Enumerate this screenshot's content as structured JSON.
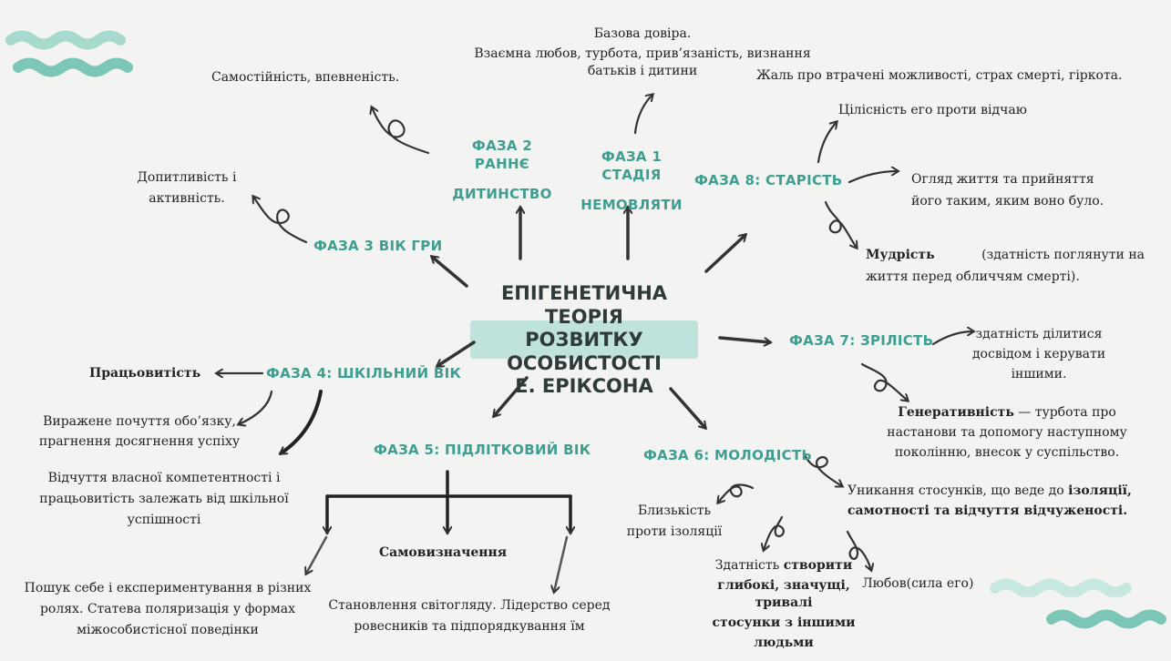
{
  "colors": {
    "accent": "#3f9e8f",
    "wave": "#a8d9cf",
    "arrow": "#333333",
    "background": "#f3f3f1"
  },
  "center": {
    "line1": "ЕПІГЕНЕТИЧНА ТЕОРІЯ",
    "line2": "РОЗВИТКУ ОСОБИСТОСТІ",
    "line3": "Е. ЕРІКСОНА"
  },
  "phases": {
    "p1": {
      "line1": "ФАЗА 1 СТАДІЯ",
      "line2": "НЕМОВЛЯТИ"
    },
    "p2": {
      "line1": "ФАЗА 2  РАННЄ",
      "line2": "ДИТИНСТВО"
    },
    "p3": "ФАЗА 3 ВІК ГРИ",
    "p4": "ФАЗА 4:  ШКІЛЬНИЙ ВІК",
    "p5": "ФАЗА 5: ПІДЛІТКОВИЙ ВІК",
    "p6": "ФАЗА 6: МОЛОДІСТЬ",
    "p7": "ФАЗА 7: ЗРІЛІСТЬ",
    "p8": "ФАЗА 8: СТАРІСТЬ"
  },
  "notes": {
    "p1_l1": "Базова довіра.",
    "p1_l2": "Взаємна любов, турбота, прив’язаність, визнання",
    "p1_l3": "батьків і дитини",
    "p2": "Самостійність, впевненість.",
    "p3_l1": "Допитливість і",
    "p3_l2": "активність.",
    "p8_top": "Жаль про втрачені можливості, страх смерті, гіркота.",
    "p8_integrity": "Цілісність его проти відчаю",
    "p8_review_l1": "Огляд життя та прийняття",
    "p8_review_l2": "його таким, яким воно було.",
    "p8_wisdom_bold": "Мудрість",
    "p8_wisdom_rest": " (здатність поглянути на",
    "p8_wisdom_l2": "життя перед обличчям смерті).",
    "p7_share_l1": "здатність ділитися",
    "p7_share_l2": "досвідом і керувати",
    "p7_share_l3": "іншими.",
    "p7_gen_bold": "Генеративність",
    "p7_gen_rest": " — турбота про",
    "p7_gen_l2": "настанови та допомогу наступному",
    "p7_gen_l3": "поколінню, внесок у суспільство.",
    "p6_avoid_pre": "Уникання стосунків, що веде до ",
    "p6_avoid_bold1": "ізоляції,",
    "p6_avoid_bold2": "самотності та відчуття відчуженості.",
    "p6_closeness_l1": "Близькість",
    "p6_closeness_l2": "проти ізоляції",
    "p6_ability_pre": "Здатність ",
    "p6_ability_bold1": "створити",
    "p6_ability_bold2": "глибокі, значущі, тривалі",
    "p6_ability_bold3": "стосунки з іншими",
    "p6_ability_bold4": "людьми",
    "p6_love": "Любов(сила его)",
    "p4_diligence": "Працьовитість",
    "p4_duty_l1": "Виражене почуття обо’язку,",
    "p4_duty_l2": "прагнення досягнення успіху",
    "p4_comp_l1": "Відчуття власної компетентності і",
    "p4_comp_l2": "працьовитість  залежать від шкільної",
    "p4_comp_l3": "успішності",
    "p5_search_l1": "Пошук себе і експериментування в різних",
    "p5_search_l2": "ролях. Статева поляризація у формах",
    "p5_search_l3": "міжособистісної поведінки",
    "p5_self": "Самовизначення",
    "p5_world_l1": "Становлення світогляду. Лідерство серед",
    "p5_world_l2": "ровесників та підпорядкування їм"
  }
}
